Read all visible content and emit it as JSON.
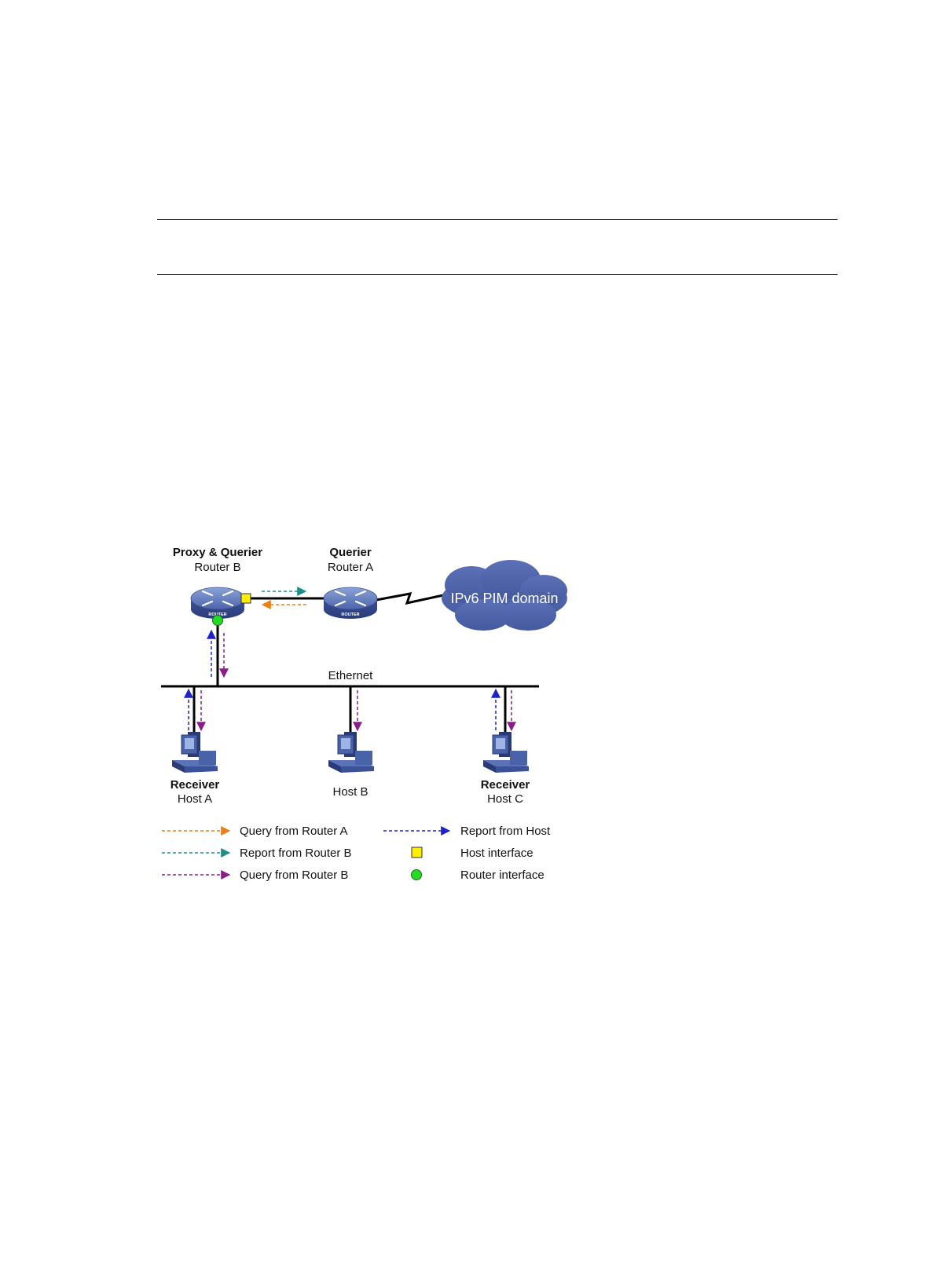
{
  "colors": {
    "query_from_router_a": "#ee7d14",
    "report_from_router_b": "#1d8f86",
    "query_from_router_b": "#8d1b8c",
    "report_from_host": "#1d23c8",
    "host_interface": "#ffee00",
    "router_interface": "#22dd22",
    "device_blue": "#4a62a8",
    "cloud": "#4a5fa6"
  },
  "router_b": {
    "role": "Proxy & Querier",
    "name": "Router B",
    "badge": "ROUTER"
  },
  "router_a": {
    "role": "Querier",
    "name": "Router A",
    "badge": "ROUTER"
  },
  "cloud": {
    "label": "IPv6 PIM domain"
  },
  "ethernet": {
    "label": "Ethernet"
  },
  "host_a": {
    "role": "Receiver",
    "name": "Host A"
  },
  "host_b": {
    "name": "Host B"
  },
  "host_c": {
    "role": "Receiver",
    "name": "Host C"
  },
  "legend": {
    "query_from_router_a": "Query from Router A",
    "report_from_router_b": "Report from Router B",
    "query_from_router_b": "Query from Router B",
    "report_from_host": "Report from Host",
    "host_interface": "Host interface",
    "router_interface": "Router interface"
  }
}
